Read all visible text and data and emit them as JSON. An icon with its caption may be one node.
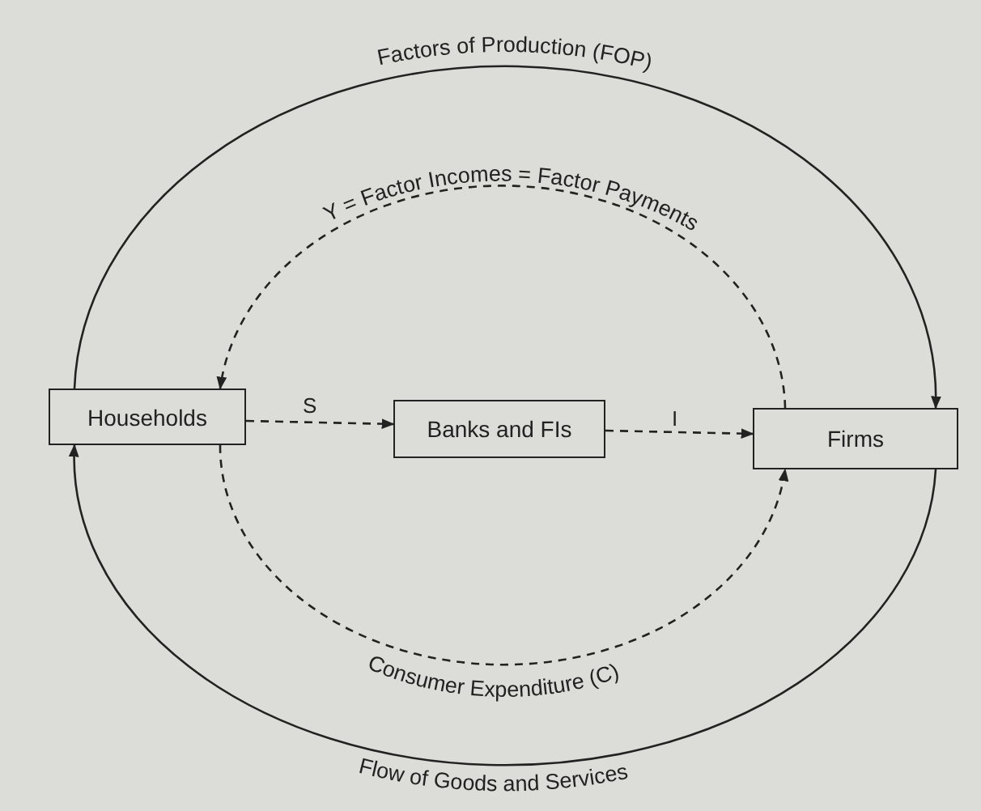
{
  "diagram": {
    "nodes": [
      {
        "text": [
          "Households"
        ]
      },
      {
        "text": [
          "Banks and FIs"
        ]
      },
      {
        "text": [
          "Firms"
        ]
      }
    ],
    "edges": [
      {
        "from": 0,
        "to": 2,
        "arrow": "to",
        "label": "Factors of Production (FOP)"
      },
      {
        "from": 2,
        "to": 0,
        "arrow": "to",
        "label": "Y = Factor Incomes = Factor Payments",
        "style": "dashed"
      },
      {
        "from": 0,
        "to": 1,
        "arrow": "to",
        "label": "S",
        "style": "dashed"
      },
      {
        "from": 1,
        "to": 2,
        "arrow": "to",
        "label": "I",
        "style": "dashed"
      },
      {
        "from": 0,
        "to": 2,
        "arrow": "to",
        "label": "Consumer Expenditure (C)",
        "style": "dashed"
      },
      {
        "from": 2,
        "to": 0,
        "arrow": "to",
        "label": "Flow of Goods and Services"
      }
    ]
  }
}
